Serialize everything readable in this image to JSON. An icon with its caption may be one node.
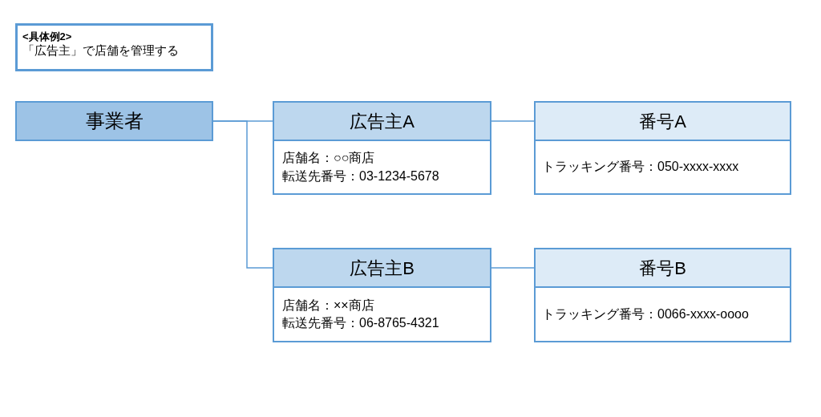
{
  "diagram": {
    "nodes": [
      {
        "text": [
          "<具体例2>",
          "「広告主」で店舗を管理する"
        ]
      },
      {
        "text": [
          "事業者"
        ]
      },
      {
        "text": [
          "広告主A",
          "店舗名：○○商店",
          "転送先番号：03-1234-5678"
        ]
      },
      {
        "text": [
          "番号A",
          "トラッキング番号：050-xxxx-xxxx"
        ]
      },
      {
        "text": [
          "広告主B",
          "店舗名：××商店",
          "転送先番号：06-8765-4321"
        ]
      },
      {
        "text": [
          "番号B",
          "トラッキング番号：0066-xxxx-oooo"
        ]
      }
    ],
    "edges": [
      {
        "from": 1,
        "to": 2,
        "arrow": "none"
      },
      {
        "from": 1,
        "to": 4,
        "arrow": "none"
      },
      {
        "from": 2,
        "to": 3,
        "arrow": "none"
      },
      {
        "from": 4,
        "to": 5,
        "arrow": "none"
      }
    ]
  }
}
